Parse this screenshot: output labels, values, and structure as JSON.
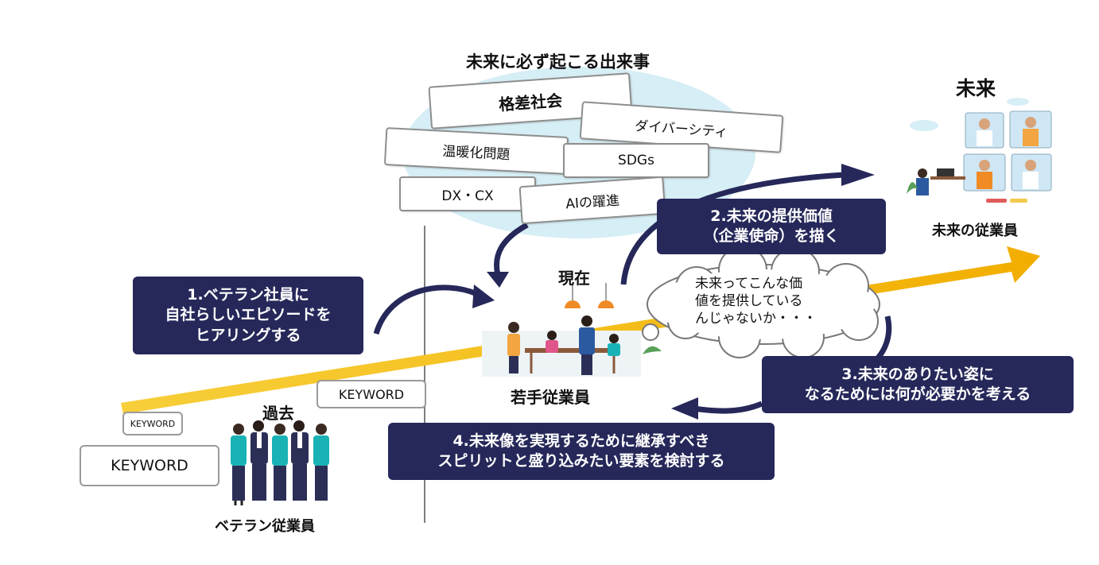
{
  "title": "未来に必ず起こる出来事",
  "events": [
    "格差社会",
    "ダイバーシティ",
    "温暖化問題",
    "SDGs",
    "DX・CX",
    "AIの躍進"
  ],
  "labels": {
    "past": "過去",
    "present": "現在",
    "future": "未来",
    "veteran": "ベテラン従業員",
    "young": "若手従業員",
    "future_employee": "未来の従業員"
  },
  "keyword": "KEYWORD",
  "steps": [
    {
      "lines": [
        "1.ベテラン社員に",
        "自社らしいエピソードを",
        "ヒアリングする"
      ]
    },
    {
      "lines": [
        "2.未来の提供価値",
        "（企業使命）を描く"
      ]
    },
    {
      "lines": [
        "3.未来のありたい姿に",
        "なるためには何が必要かを考える"
      ]
    },
    {
      "lines": [
        "4.未来像を実現するために継承すべき",
        "スピリットと盛り込みたい要素を検討する"
      ]
    }
  ],
  "thought": {
    "lines": [
      "未来ってこんな価",
      "値を提供している",
      "んじゃないか・・・"
    ]
  },
  "colors": {
    "navy": "#26285a",
    "gold": "#f5b800",
    "teal": "#19b3b5",
    "cloud": "#d6eef5"
  }
}
